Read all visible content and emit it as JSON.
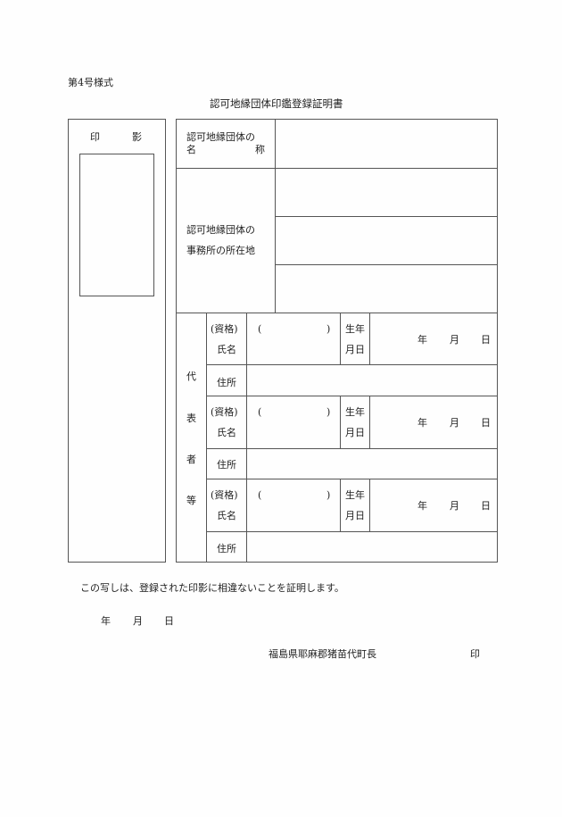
{
  "form_number": "第4号様式",
  "title": "認可地縁団体印鑑登録証明書",
  "seal_impression": {
    "label_left": "印",
    "label_right": "影"
  },
  "organization_name": {
    "label_line1": "認可地縁団体の",
    "label_line2_left": "名",
    "label_line2_right": "称",
    "value": ""
  },
  "office_address": {
    "label_line1": "認可地縁団体の",
    "label_line2": "事務所の所在地",
    "values": [
      "",
      "",
      ""
    ]
  },
  "representatives": {
    "section_label": [
      "代",
      "表",
      "者",
      "等"
    ],
    "entries": [
      {
        "qualification_label": "(資格)",
        "name_label": "氏名",
        "paren_open": "(",
        "paren_close": ")",
        "birth_label_line1": "生年",
        "birth_label_line2": "月日",
        "birth_year": "年",
        "birth_month": "月",
        "birth_day": "日",
        "address_label": "住所",
        "address_value": ""
      },
      {
        "qualification_label": "(資格)",
        "name_label": "氏名",
        "paren_open": "(",
        "paren_close": ")",
        "birth_label_line1": "生年",
        "birth_label_line2": "月日",
        "birth_year": "年",
        "birth_month": "月",
        "birth_day": "日",
        "address_label": "住所",
        "address_value": ""
      },
      {
        "qualification_label": "(資格)",
        "name_label": "氏名",
        "paren_open": "(",
        "paren_close": ")",
        "birth_label_line1": "生年",
        "birth_label_line2": "月日",
        "birth_year": "年",
        "birth_month": "月",
        "birth_day": "日",
        "address_label": "住所",
        "address_value": ""
      }
    ]
  },
  "certification_text": "この写しは、登録された印影に相違ないことを証明します。",
  "issue_date": {
    "year": "年",
    "month": "月",
    "day": "日"
  },
  "issuer": {
    "name": "福島県耶麻郡猪苗代町長",
    "seal": "印"
  }
}
